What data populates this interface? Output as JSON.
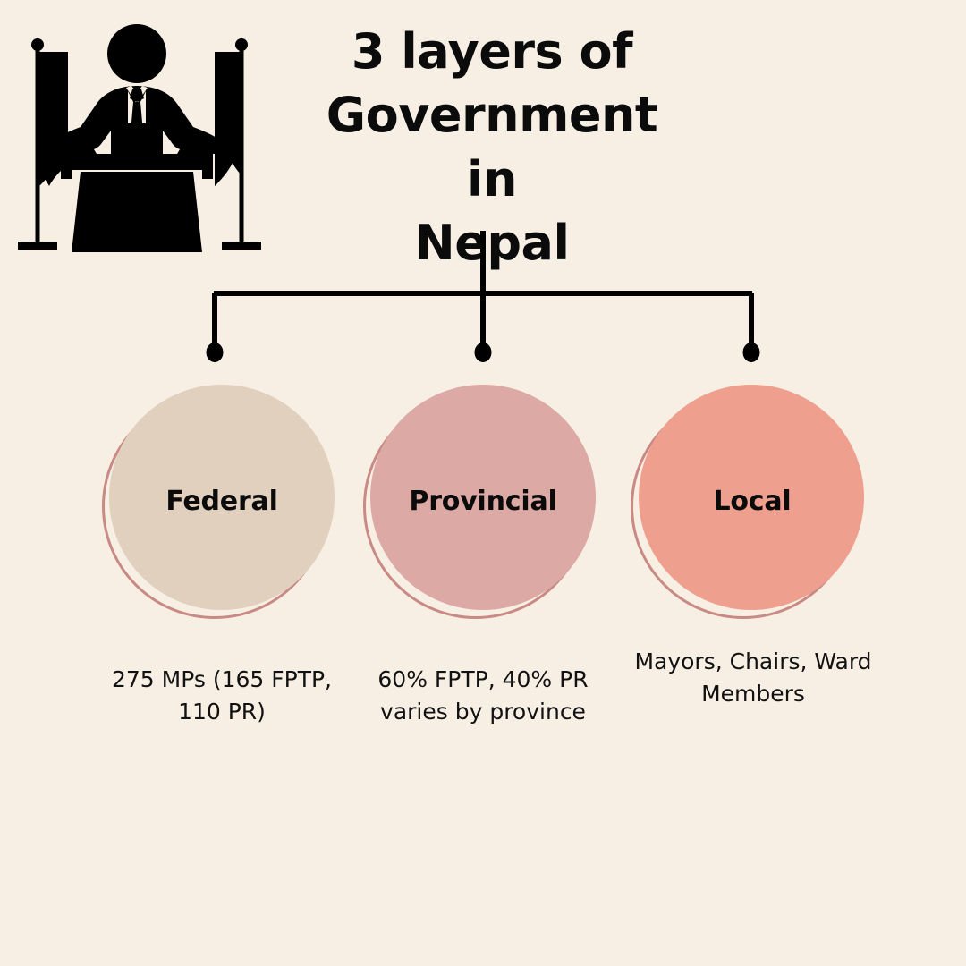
{
  "meta": {
    "background_color": "#F7EFE4",
    "text_color": "#0B0B0B",
    "line_color": "#000000",
    "ring_color": "#C98A85"
  },
  "header": {
    "icon": "podium-speaker-with-flags-icon",
    "title": "3 layers of\nGovernment in\nNepal",
    "title_lines": [
      "3 layers of",
      "Government in",
      "Nepal"
    ]
  },
  "diagram": {
    "type": "hierarchy",
    "root_label": "3 layers of Government in Nepal",
    "branch_count": 3,
    "nodes": [
      {
        "id": "federal",
        "label": "Federal",
        "fill_color": "#E2D0BF",
        "ring_color": "#C98A85",
        "caption": "275 MPs (165 FPTP,\n110 PR)",
        "caption_lines": [
          "275 MPs (165 FPTP,",
          "110 PR)"
        ]
      },
      {
        "id": "provincial",
        "label": "Provincial",
        "fill_color": "#DCA9A5",
        "ring_color": "#C98A85",
        "caption": "60% FPTP, 40% PR\nvaries by province",
        "caption_lines": [
          "60% FPTP, 40% PR",
          "varies by province"
        ]
      },
      {
        "id": "local",
        "label": "Local",
        "fill_color": "#EF9F8D",
        "ring_color": "#C98A85",
        "caption": "Mayors, Chairs, Ward\nMembers",
        "caption_lines": [
          "Mayors, Chairs, Ward",
          "Members"
        ]
      }
    ]
  }
}
